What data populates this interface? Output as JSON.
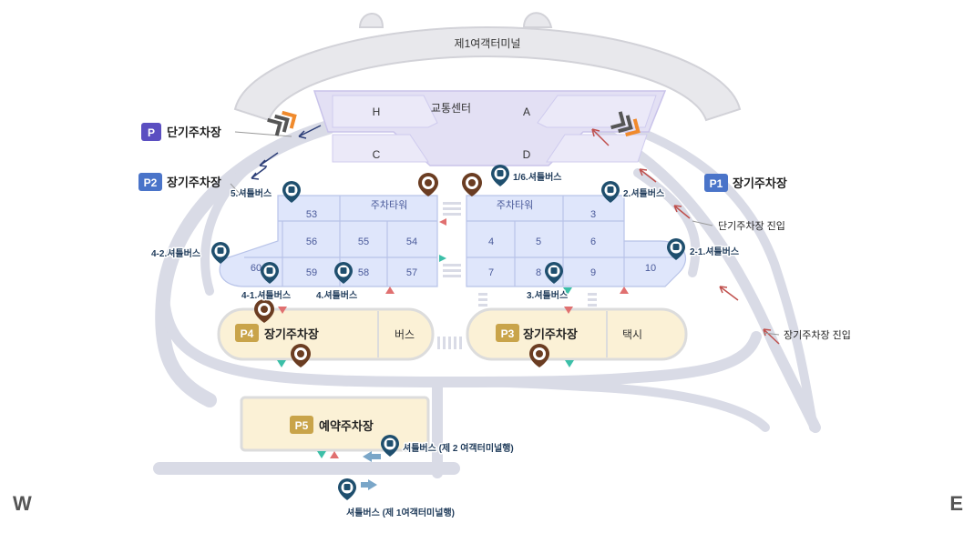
{
  "terminal": {
    "name": "제1여객터미널"
  },
  "transport_center": {
    "name": "교통센터",
    "sections": [
      "H",
      "A",
      "C",
      "D"
    ]
  },
  "parking_lots": [
    {
      "badge": "P",
      "name": "단기주차장",
      "color": "#5b4fc1"
    },
    {
      "badge": "P1",
      "name": "장기주차장",
      "color": "#4a74c9"
    },
    {
      "badge": "P2",
      "name": "장기주차장",
      "color": "#4a74c9"
    },
    {
      "badge": "P3",
      "name": "장기주차장",
      "color": "#c9a44a"
    },
    {
      "badge": "P4",
      "name": "장기주차장",
      "color": "#c9a44a"
    },
    {
      "badge": "P5",
      "name": "예약주차장",
      "color": "#c9a44a"
    }
  ],
  "side_labels": {
    "bus": "버스",
    "taxi": "택시"
  },
  "zones_west": [
    "53",
    "주차타워",
    "56",
    "55",
    "54",
    "60",
    "59",
    "58",
    "57"
  ],
  "zones_east": [
    "주차타워",
    "3",
    "4",
    "5",
    "6",
    "7",
    "8",
    "9",
    "10"
  ],
  "shuttle_stops": [
    "1/6.셔틀버스",
    "5.셔틀버스",
    "2.셔틀버스",
    "4-2.셔틀버스",
    "2-1.셔틀버스",
    "4-1.셔틀버스",
    "4.셔틀버스",
    "3.셔틀버스",
    "셔틀버스 (제 2 여객터미널행)",
    "셔틀버스 (제 1여객터미널행)"
  ],
  "entry_labels": {
    "short_term": "단기주차장 진입",
    "long_term": "장기주차장 진입"
  },
  "compass": {
    "west": "W",
    "east": "E"
  },
  "colors": {
    "road": "#d9dbe6",
    "zone_fill": "#dfe6fb",
    "zone_border": "#b8c3e8",
    "lot_fill": "#fbf1d6",
    "lot_border": "#dcdcdc",
    "center_fill": "#e3e0f4",
    "pin_navy": "#1f4f6e",
    "pin_brown": "#6b3d22",
    "arrow_red": "#c0504d",
    "arrow_navy": "#2d3f78"
  }
}
